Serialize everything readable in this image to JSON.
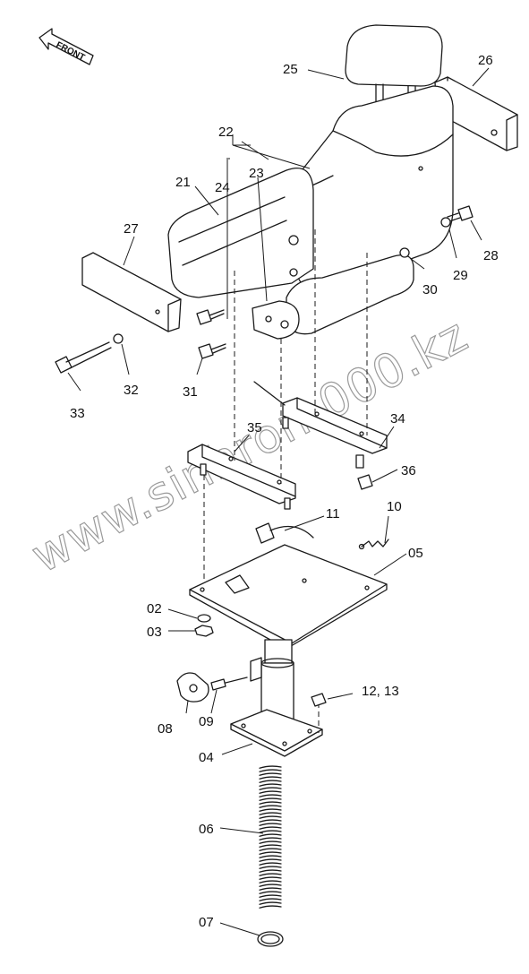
{
  "front_label": "FRONT",
  "watermark": "www.sinhron-000.kz",
  "callouts": {
    "c02": "02",
    "c03": "03",
    "c04": "04",
    "c05": "05",
    "c06": "06",
    "c07": "07",
    "c08": "08",
    "c09": "09",
    "c10": "10",
    "c11": "11",
    "c12_13": "12, 13",
    "c21": "21",
    "c22": "22",
    "c23": "23",
    "c24": "24",
    "c25": "25",
    "c26": "26",
    "c27": "27",
    "c28": "28",
    "c29": "29",
    "c30": "30",
    "c31": "31",
    "c32": "32",
    "c33": "33",
    "c34": "34",
    "c35": "35",
    "c36": "36"
  }
}
